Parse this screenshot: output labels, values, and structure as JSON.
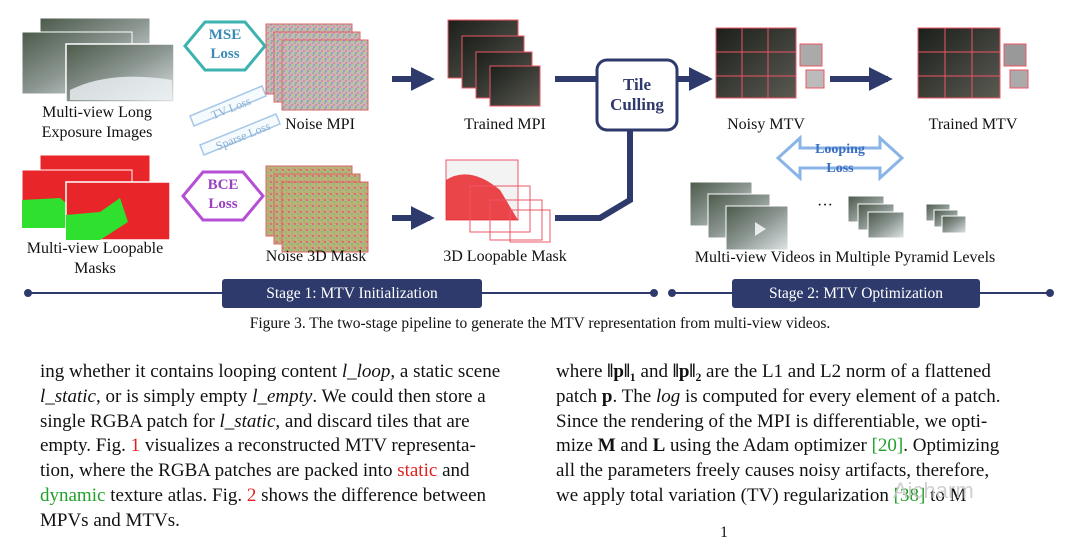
{
  "figure": {
    "labels": {
      "mv_long": [
        "Multi-view Long",
        "Exposure Images"
      ],
      "mv_loop": [
        "Multi-view Loopable",
        "Masks"
      ],
      "noise_mpi": "Noise MPI",
      "noise_mask": "Noise 3D Mask",
      "trained_mpi": "Trained MPI",
      "loop_mask": "3D Loopable Mask",
      "noisy_mtv": "Noisy MTV",
      "trained_mtv": "Trained MTV",
      "pyramid": "Multi-view Videos in Multiple Pyramid Levels",
      "ellipsis": "···"
    },
    "losses": {
      "mse": [
        "MSE",
        "Loss"
      ],
      "bce": [
        "BCE",
        "Loss"
      ],
      "tv": "TV Loss",
      "sparse": "Sparse Loss",
      "looping": [
        "Looping",
        "Loss"
      ]
    },
    "tile_culling": [
      "Tile",
      "Culling"
    ],
    "stage1": "Stage 1:  MTV Initialization",
    "stage2": "Stage 2:  MTV Optimization",
    "caption": "Figure 3. The two-stage pipeline to generate the MTV representation from multi-view videos.",
    "colors": {
      "navy": "#2e3a6b",
      "teal": "#3cb3b0",
      "purple": "#b44fd6",
      "sky": "#a8c8e8",
      "red_mask": "#e8262a",
      "green_mask": "#2fe02f"
    }
  },
  "left_column": {
    "l1": "ing whether it contains looping content",
    "l1_math": "l_loop",
    "l1_end": ", a static scene",
    "l2_math": "l_static",
    "l2": ", or is simply empty",
    "l2_math2": "l_empty",
    "l2_end": ". We could then store a",
    "l3": "single RGBA patch for",
    "l3_math": "l_static",
    "l3_end": ", and discard tiles that are",
    "l4": "empty. Fig.",
    "l4_ref": "1",
    "l4_end": "visualizes a reconstructed MTV representa-",
    "l5": "tion, where the RGBA patches are packed into",
    "l5_red": "static",
    "l5_end": "and",
    "l6_green": "dynamic",
    "l6": "texture atlas. Fig.",
    "l6_ref": "2",
    "l6_end": "shows the difference between",
    "l7": "MPVs and MTVs."
  },
  "right_column": {
    "r1a": "where",
    "r1b": "‖p‖₁",
    "r1c": "and",
    "r1d": "‖p‖₂",
    "r1e": "are the L1 and L2 norm of a flattened",
    "r2a": "patch",
    "r2b": "p",
    "r2c": ". The",
    "r2d": "log",
    "r2e": "is computed for every element of a patch.",
    "r3": "Since the rendering of the MPI is differentiable, we opti-",
    "r4a": "mize",
    "r4b": "M",
    "r4c": "and",
    "r4d": "L",
    "r4e": "using the Adam optimizer",
    "r4_ref": "[20]",
    "r4f": ". Optimizing",
    "r5": "all the parameters freely causes noisy artifacts, therefore,",
    "r6": "we apply total variation (TV) regularization",
    "r6_ref": "[38]",
    "r6_end": "to M"
  },
  "page_number": "1",
  "watermark": "Aicharm"
}
